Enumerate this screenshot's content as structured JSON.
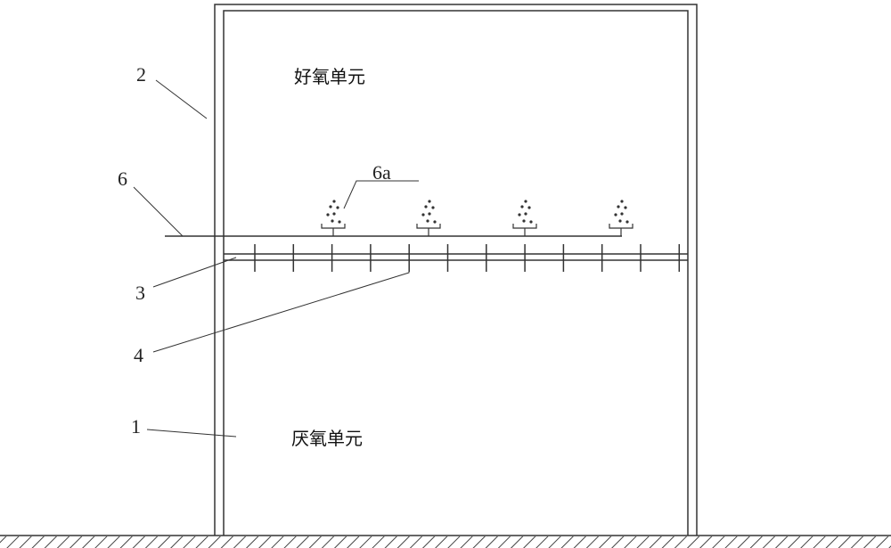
{
  "labels": {
    "aerobic_unit": "好氧单元",
    "anaerobic_unit": "厌氧单元",
    "ref_1": "1",
    "ref_2": "2",
    "ref_3": "3",
    "ref_4": "4",
    "ref_6": "6",
    "ref_6a": "6a"
  },
  "colors": {
    "line": "#333333"
  }
}
